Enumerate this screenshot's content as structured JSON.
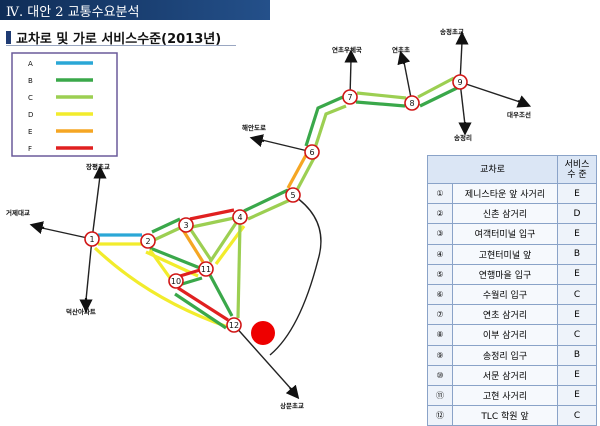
{
  "header": {
    "title": "Ⅳ. 대안 2 교통수요분석",
    "subtitle": "교차로 및 가로 서비스수준(2013년)"
  },
  "legend": [
    {
      "label": "A",
      "color": "#2aa7d6"
    },
    {
      "label": "B",
      "color": "#3aa84a"
    },
    {
      "label": "C",
      "color": "#9ccf52"
    },
    {
      "label": "D",
      "color": "#f2ec2c"
    },
    {
      "label": "E",
      "color": "#f5a623"
    },
    {
      "label": "F",
      "color": "#e02020"
    }
  ],
  "nodes": [
    "1",
    "2",
    "3",
    "4",
    "5",
    "6",
    "7",
    "8",
    "9",
    "10",
    "11",
    "12"
  ],
  "destinations": [
    "장평초교",
    "거제대교",
    "덕산아파트",
    "해안도로",
    "연초우체국",
    "연초초",
    "송정초교",
    "대우조선",
    "송정리",
    "상문초교"
  ],
  "table": {
    "headers": [
      "교차로",
      "서비스\n수 준"
    ],
    "rows": [
      {
        "num": "①",
        "name": "제니스타운 앞 사거리",
        "level": "E"
      },
      {
        "num": "②",
        "name": "신촌 삼거리",
        "level": "D"
      },
      {
        "num": "③",
        "name": "여객터미널 입구",
        "level": "E"
      },
      {
        "num": "④",
        "name": "고현터미널 앞",
        "level": "B"
      },
      {
        "num": "⑤",
        "name": "연행마을 입구",
        "level": "E"
      },
      {
        "num": "⑥",
        "name": "수월리 입구",
        "level": "C"
      },
      {
        "num": "⑦",
        "name": "연초 삼거리",
        "level": "E"
      },
      {
        "num": "⑧",
        "name": "이부 삼거리",
        "level": "C"
      },
      {
        "num": "⑨",
        "name": "송정리 입구",
        "level": "B"
      },
      {
        "num": "⑩",
        "name": "서문 삼거리",
        "level": "E"
      },
      {
        "num": "⑪",
        "name": "고현 사거리",
        "level": "E"
      },
      {
        "num": "⑫",
        "name": "TLC 학원 앞",
        "level": "C"
      }
    ]
  }
}
